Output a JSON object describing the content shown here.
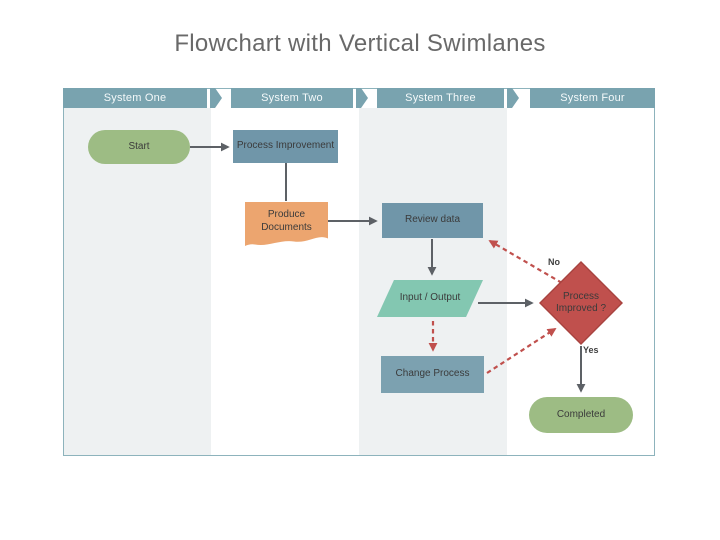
{
  "title": "Flowchart with Vertical Swimlanes",
  "lanes": [
    {
      "label": "System One"
    },
    {
      "label": "System Two"
    },
    {
      "label": "System Three"
    },
    {
      "label": "System Four"
    }
  ],
  "nodes": {
    "start": {
      "label": "Start"
    },
    "process_improvement": {
      "label": "Process Improvement"
    },
    "produce_documents": {
      "label": "Produce Documents"
    },
    "review_data": {
      "label": "Review data"
    },
    "input_output": {
      "label": "Input / Output"
    },
    "process_improved": {
      "label": "Process Improved ?"
    },
    "change_process": {
      "label": "Change Process"
    },
    "completed": {
      "label": "Completed"
    }
  },
  "edge_labels": {
    "no": "No",
    "yes": "Yes"
  },
  "colors": {
    "header": "#79a3af",
    "headerText": "#f4f9fa",
    "laneAlt": "#eef1f2",
    "frame": "#8db3bc",
    "terminator": "#9dbc84",
    "process": "#7096a9",
    "processLight": "#7ca1b0",
    "document": "#eca56f",
    "inputOutput": "#83c7b1",
    "decision": "#c0504d",
    "decisionBorder": "#a8433f",
    "connector": "#5d6166",
    "connectorReturn": "#c0504d",
    "nodeText": "#3b3b3b",
    "titleText": "#696969",
    "labelText": "#404040"
  }
}
